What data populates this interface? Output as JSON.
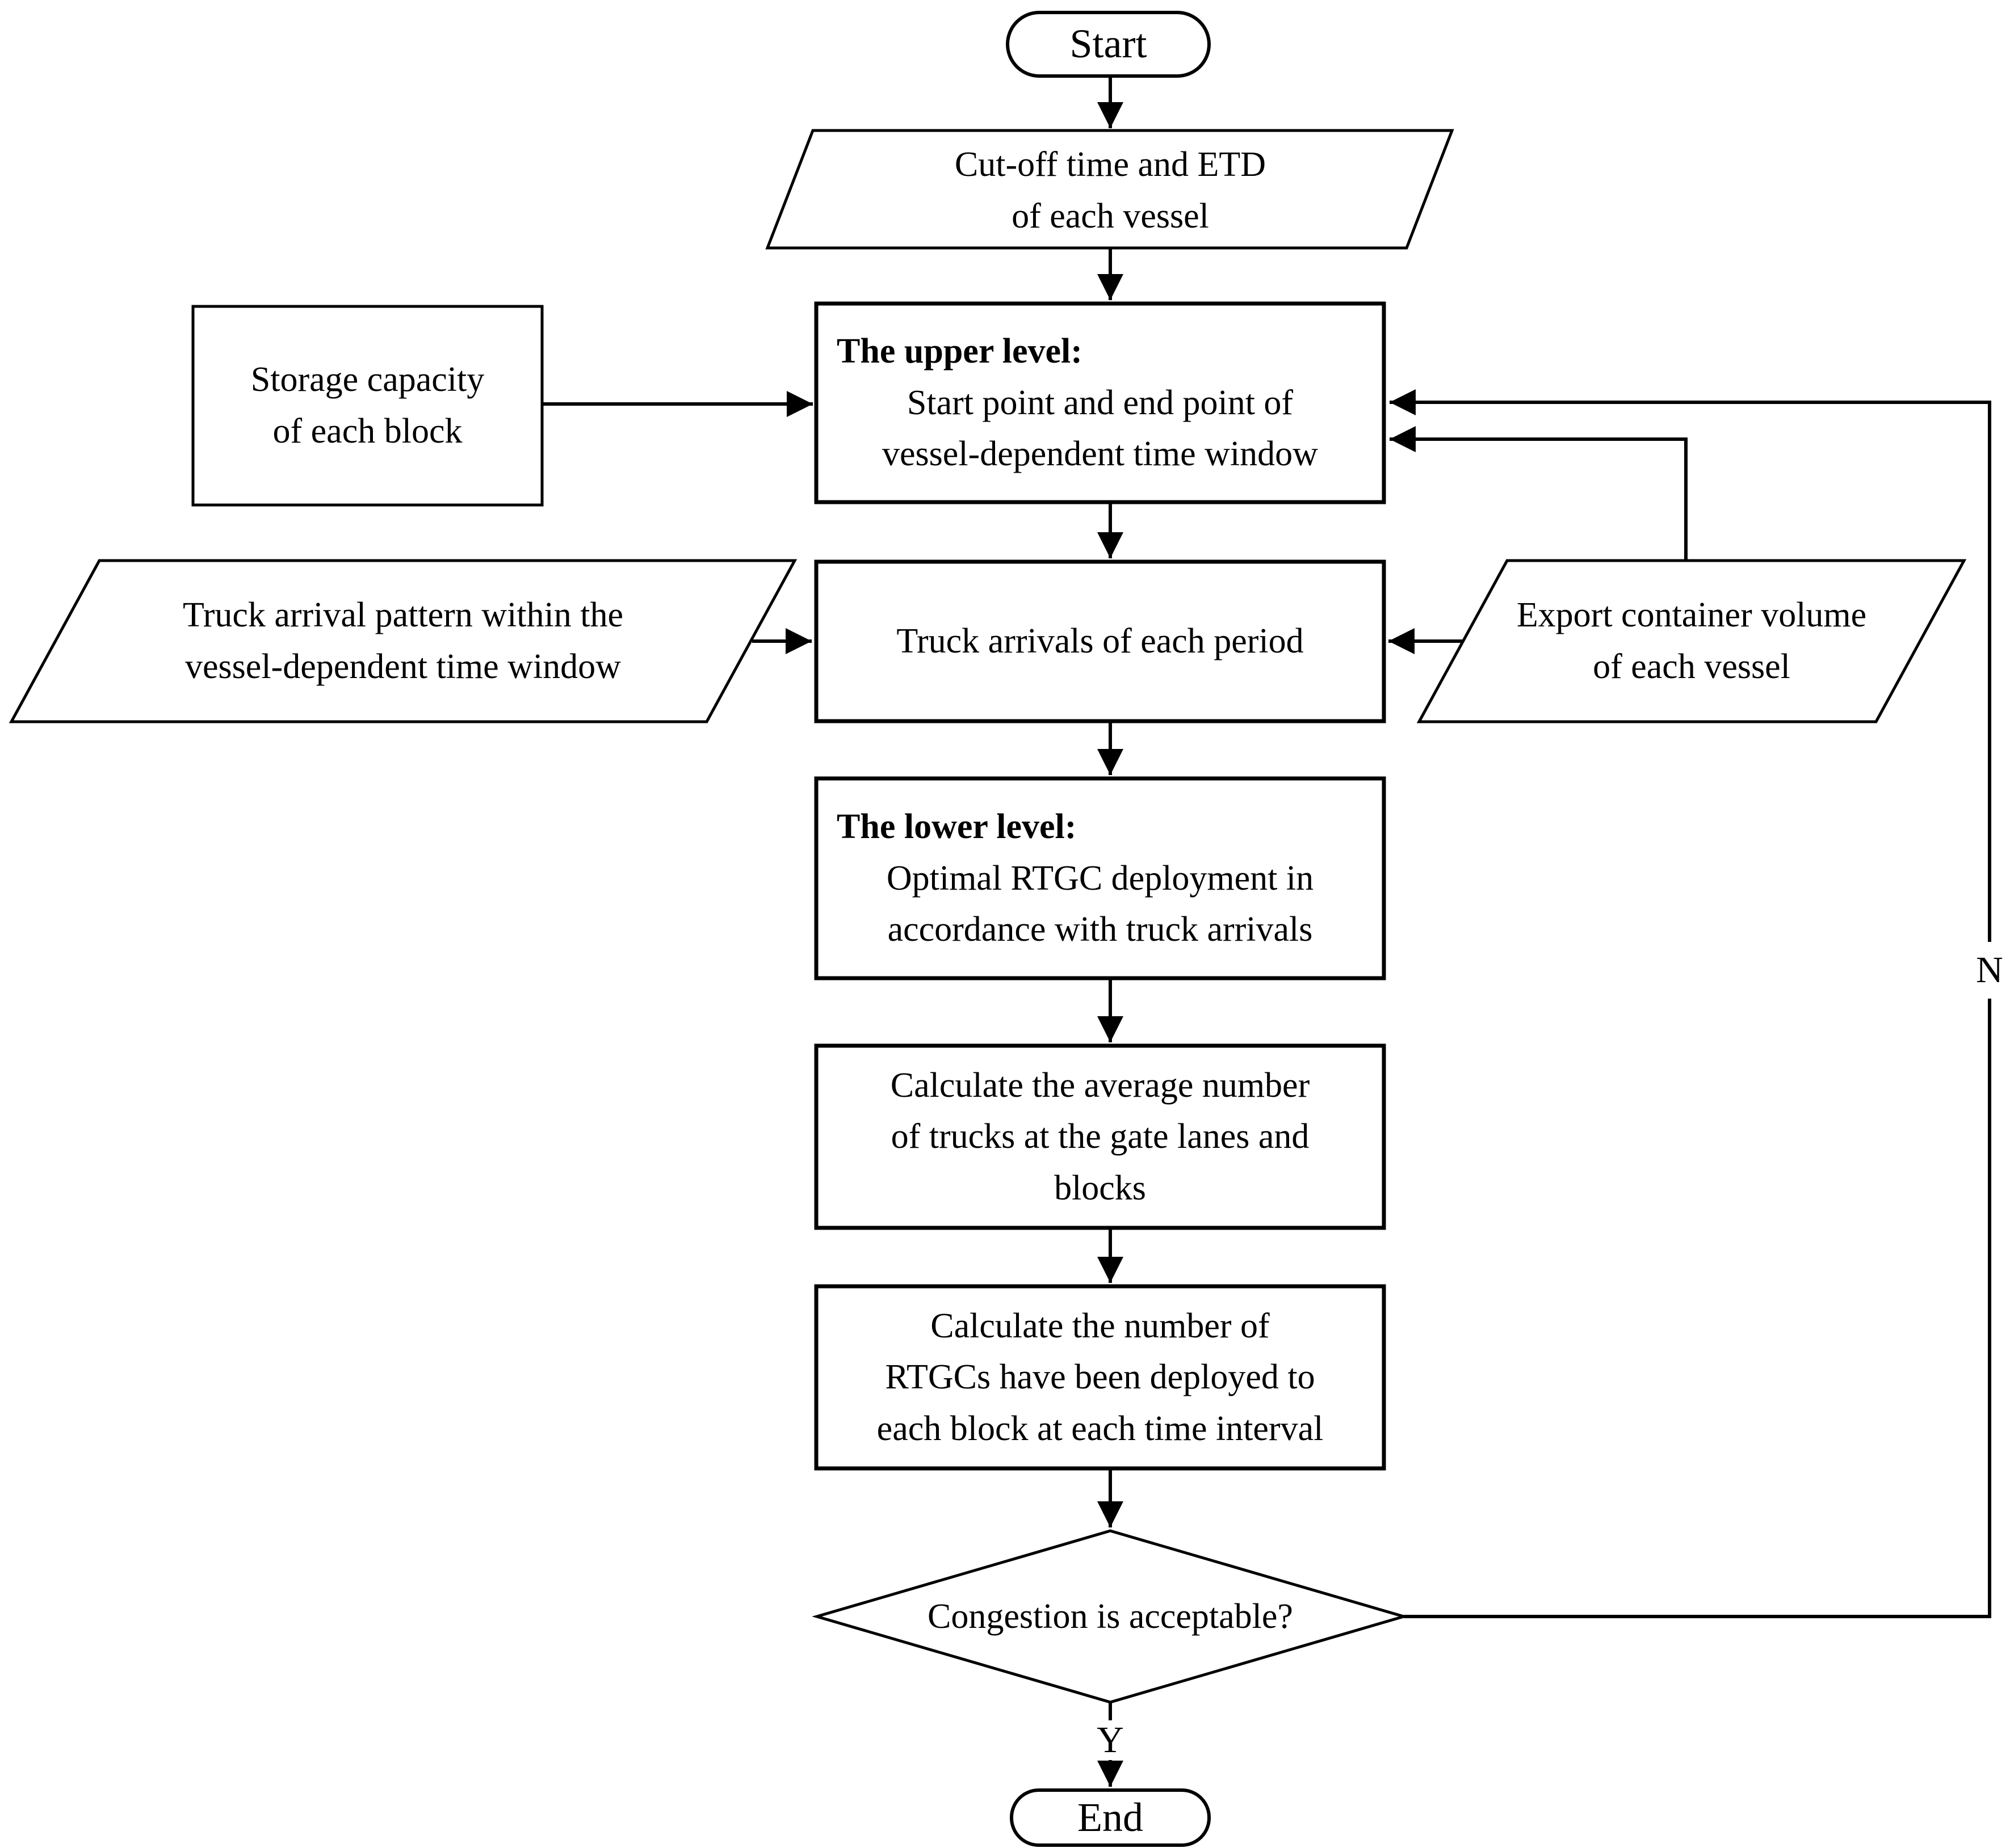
{
  "flowchart": {
    "background": "#ffffff",
    "stroke_color": "#000000",
    "fill_color": "#ffffff",
    "nodes": {
      "start": {
        "label": "Start",
        "shape": "terminator"
      },
      "cutoff": {
        "label": "Cut-off time and ETD\nof each vessel",
        "shape": "parallelogram"
      },
      "storage": {
        "label": "Storage capacity\nof each block",
        "shape": "rectangle"
      },
      "upper_level": {
        "title": "The upper level:",
        "body": "Start point and end point of\nvessel-dependent time window",
        "shape": "rectangle"
      },
      "truck_pattern": {
        "label": "Truck arrival pattern within the\nvessel-dependent time window",
        "shape": "parallelogram"
      },
      "truck_arrivals": {
        "label": "Truck arrivals of each period",
        "shape": "rectangle"
      },
      "export_volume": {
        "label": "Export container volume\nof each vessel",
        "shape": "parallelogram"
      },
      "lower_level": {
        "title": "The lower level:",
        "body": "Optimal RTGC deployment in\naccordance with truck arrivals",
        "shape": "rectangle"
      },
      "calc_average": {
        "label": "Calculate the average number\nof trucks at the gate lanes and\nblocks",
        "shape": "rectangle"
      },
      "calc_rtgc": {
        "label": "Calculate the number of\nRTGCs have been deployed to\neach block at each time interval",
        "shape": "rectangle"
      },
      "decision": {
        "label": "Congestion is acceptable?",
        "shape": "diamond"
      },
      "end": {
        "label": "End",
        "shape": "terminator"
      }
    },
    "edge_labels": {
      "yes": "Y",
      "no": "N"
    }
  }
}
